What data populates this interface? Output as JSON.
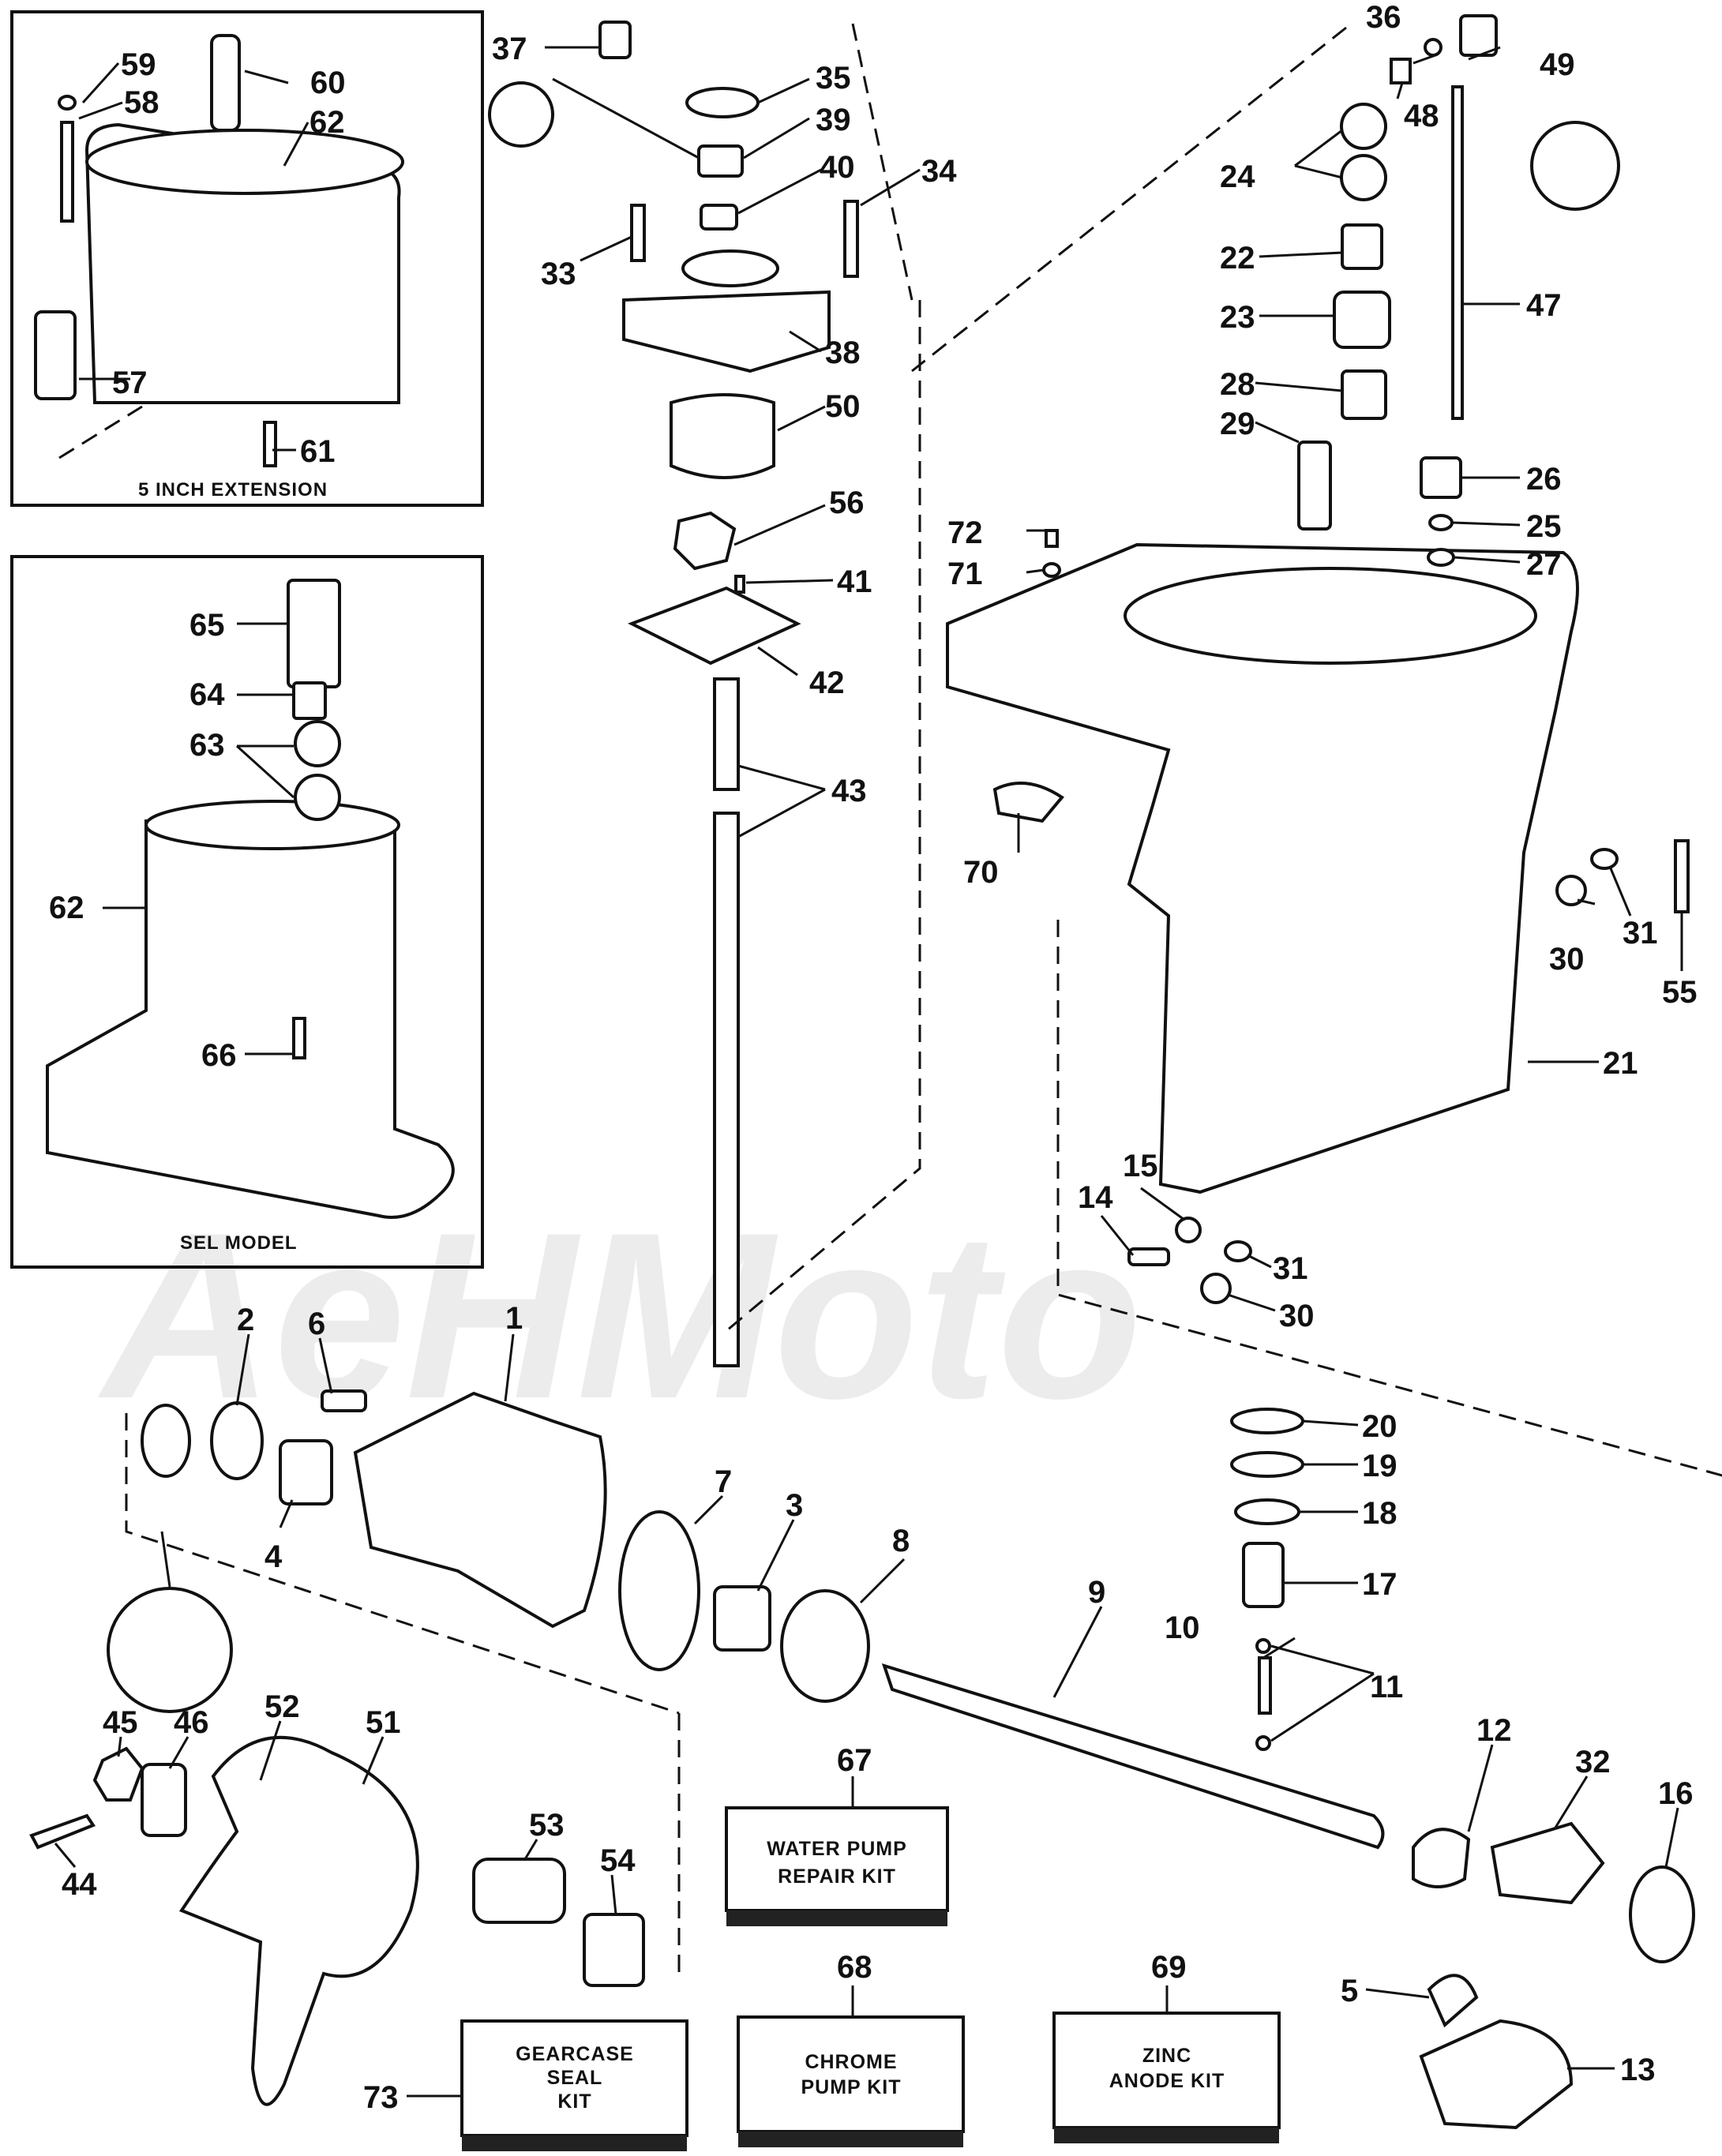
{
  "watermark": "AeHMoto",
  "insets": {
    "extension_title": "5 INCH EXTENSION",
    "sel_title": "SEL MODEL"
  },
  "kits": {
    "k67": {
      "lines": [
        "WATER PUMP",
        "REPAIR KIT"
      ]
    },
    "k68": {
      "lines": [
        "CHROME",
        "PUMP KIT"
      ]
    },
    "k69": {
      "lines": [
        "ZINC",
        "ANODE KIT"
      ]
    },
    "k73": {
      "lines": [
        "GEARCASE",
        "SEAL",
        "KIT"
      ]
    }
  },
  "labels": {
    "l1": "1",
    "l2": "2",
    "l3": "3",
    "l4": "4",
    "l5": "5",
    "l6": "6",
    "l7": "7",
    "l8": "8",
    "l9": "9",
    "l10": "10",
    "l11": "11",
    "l12": "12",
    "l13": "13",
    "l14": "14",
    "l15": "15",
    "l16": "16",
    "l17": "17",
    "l18": "18",
    "l19": "19",
    "l20": "20",
    "l21": "21",
    "l22": "22",
    "l23": "23",
    "l24": "24",
    "l25": "25",
    "l26": "26",
    "l27": "27",
    "l28": "28",
    "l29": "29",
    "l30a": "30",
    "l30b": "30",
    "l31a": "31",
    "l31b": "31",
    "l32": "32",
    "l33": "33",
    "l34": "34",
    "l35": "35",
    "l36": "36",
    "l37": "37",
    "l38": "38",
    "l39": "39",
    "l40": "40",
    "l41": "41",
    "l42": "42",
    "l43": "43",
    "l44": "44",
    "l45": "45",
    "l46": "46",
    "l47": "47",
    "l48": "48",
    "l49": "49",
    "l50": "50",
    "l51": "51",
    "l52": "52",
    "l53": "53",
    "l54": "54",
    "l55": "55",
    "l56": "56",
    "l57": "57",
    "l58": "58",
    "l59": "59",
    "l60": "60",
    "l61": "61",
    "l62a": "62",
    "l62b": "62",
    "l63": "63",
    "l64": "64",
    "l65": "65",
    "l66": "66",
    "l67": "67",
    "l68": "68",
    "l69": "69",
    "l70": "70",
    "l71": "71",
    "l72": "72",
    "l73": "73"
  }
}
